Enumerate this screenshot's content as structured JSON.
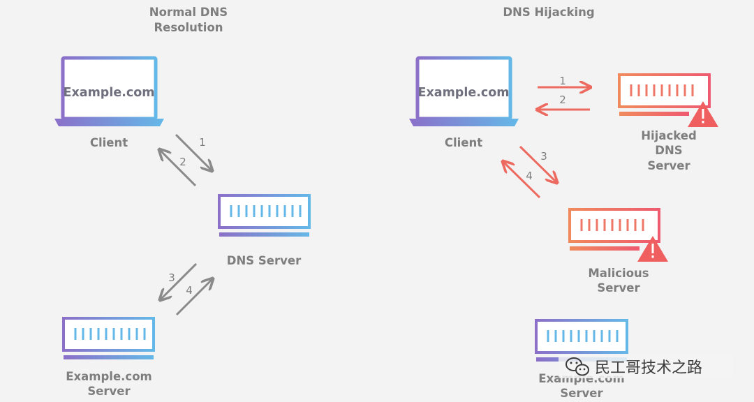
{
  "panels": {
    "left": {
      "title_line1": "Normal DNS",
      "title_line2": "Resolution"
    },
    "right": {
      "title": "DNS Hijacking"
    }
  },
  "left": {
    "client_screen": "Example.com",
    "client_label": "Client",
    "dns_label": "DNS Server",
    "web_label_line1": "Example.com",
    "web_label_line2": "Server",
    "steps": [
      "1",
      "2",
      "3",
      "4"
    ]
  },
  "right": {
    "client_screen": "Example.com",
    "client_label": "Client",
    "hijacked_label_line1": "Hijacked",
    "hijacked_label_line2": "DNS",
    "hijacked_label_line3": "Server",
    "malicious_label_line1": "Malicious",
    "malicious_label_line2": "Server",
    "web_label_line1": "Example.com",
    "web_label_line2": "Server",
    "steps": [
      "1",
      "2",
      "3",
      "4"
    ]
  },
  "watermark": {
    "text": "民工哥技术之路",
    "icon": "wechat-icon"
  },
  "colors": {
    "background": "#f3f3f3",
    "gradient_blue_start": "#8b6fc9",
    "gradient_blue_end": "#64b8e8",
    "gradient_warm_start": "#f08a5d",
    "gradient_warm_end": "#ee5a6f",
    "normal_arrow": "#8a8a8a",
    "label_text": "#7e7e7e"
  }
}
